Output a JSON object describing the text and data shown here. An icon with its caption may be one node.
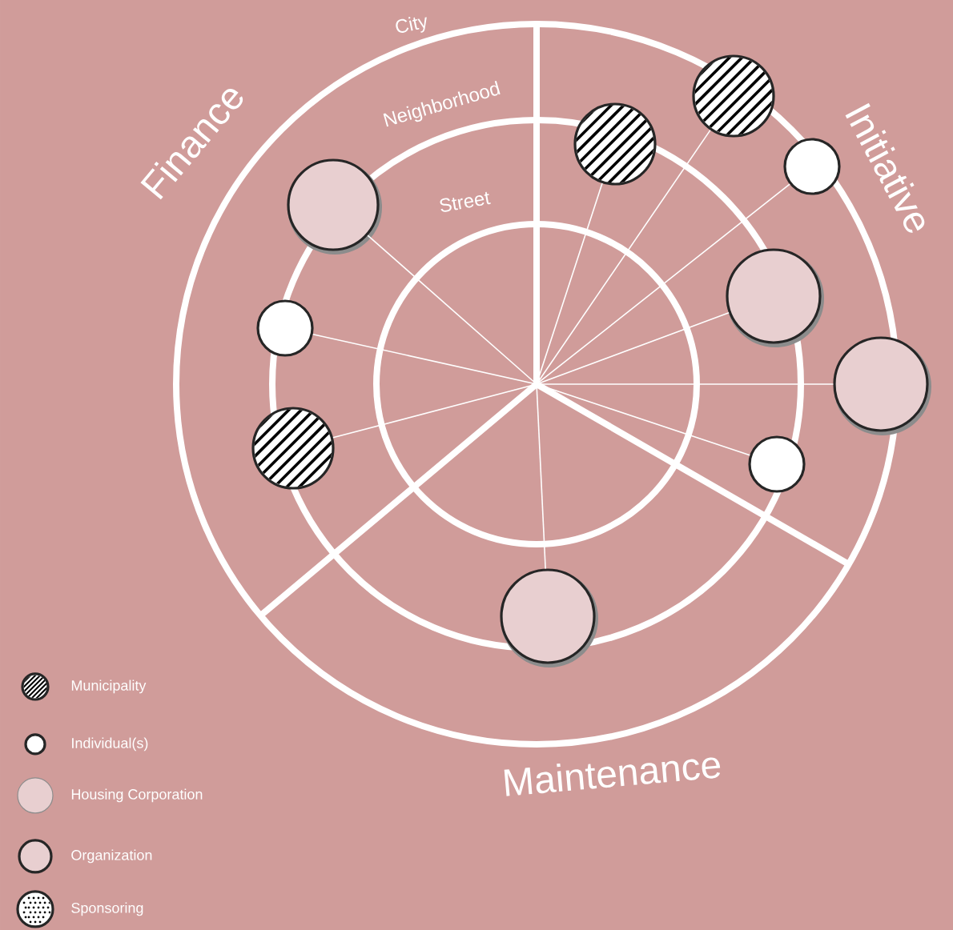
{
  "diagram": {
    "nodes": [
      {
        "text": [],
        "shape": "circle"
      },
      {
        "text": [],
        "shape": "circle"
      },
      {
        "text": [],
        "shape": "circle"
      },
      {
        "text": [],
        "shape": "circle"
      },
      {
        "text": [],
        "shape": "circle"
      },
      {
        "text": [],
        "shape": "circle"
      },
      {
        "text": [],
        "shape": "circle"
      },
      {
        "text": [],
        "shape": "circle"
      },
      {
        "text": [],
        "shape": "circle"
      },
      {
        "text": [],
        "shape": "circle"
      }
    ],
    "edges": [
      {
        "from": null,
        "to": 0,
        "arrow": "none"
      },
      {
        "from": null,
        "to": 1,
        "arrow": "none"
      },
      {
        "from": null,
        "to": 2,
        "arrow": "none"
      },
      {
        "from": null,
        "to": 3,
        "arrow": "none"
      },
      {
        "from": null,
        "to": 4,
        "arrow": "none"
      },
      {
        "from": null,
        "to": 5,
        "arrow": "none"
      },
      {
        "from": null,
        "to": 6,
        "arrow": "none"
      },
      {
        "from": null,
        "to": 7,
        "arrow": "none"
      },
      {
        "from": null,
        "to": 8,
        "arrow": "none"
      },
      {
        "from": null,
        "to": 9,
        "arrow": "none"
      }
    ],
    "labels": [
      "City",
      "Finance",
      "Neighborhood",
      "Initiative",
      "Street",
      "Maintenance"
    ],
    "legend": [
      {
        "text": "Municipality"
      },
      {
        "text": "Individual(s)"
      },
      {
        "text": "Housing Corporation"
      },
      {
        "text": "Organization"
      },
      {
        "text": "Sponsoring"
      }
    ]
  }
}
